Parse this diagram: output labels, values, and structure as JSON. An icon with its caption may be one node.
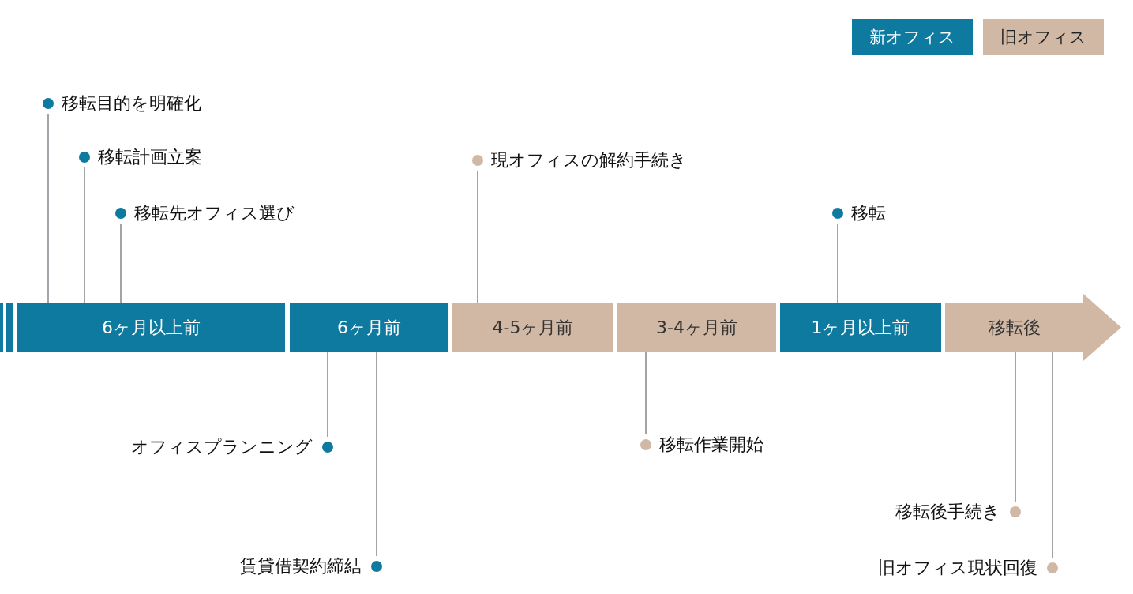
{
  "diagram": {
    "nodes": [
      {
        "text": [
          "6ヶ月以上前"
        ]
      },
      {
        "text": [
          "6ヶ月前"
        ]
      },
      {
        "text": [
          "4-5ヶ月前"
        ]
      },
      {
        "text": [
          "3-4ヶ月前"
        ]
      },
      {
        "text": [
          "1ヶ月以上前"
        ]
      },
      {
        "text": [
          "移転後"
        ]
      },
      {
        "text": [
          "移転目的を明確化"
        ]
      },
      {
        "text": [
          "移転計画立案"
        ]
      },
      {
        "text": [
          "移転先オフィス選び"
        ]
      },
      {
        "text": [
          "現オフィスの解約手続き"
        ]
      },
      {
        "text": [
          "移転"
        ]
      },
      {
        "text": [
          "オフィスプランニング"
        ]
      },
      {
        "text": [
          "賃貸借契約締結"
        ]
      },
      {
        "text": [
          "移転作業開始"
        ]
      },
      {
        "text": [
          "移転後手続き"
        ]
      },
      {
        "text": [
          "旧オフィス現状回復"
        ]
      }
    ],
    "edges": [
      {
        "from": 6,
        "to": 0,
        "arrow": "none"
      },
      {
        "from": 7,
        "to": 0,
        "arrow": "none"
      },
      {
        "from": 8,
        "to": 0,
        "arrow": "none"
      },
      {
        "from": 9,
        "to": 2,
        "arrow": "none"
      },
      {
        "from": 10,
        "to": 4,
        "arrow": "none"
      },
      {
        "from": 11,
        "to": 1,
        "arrow": "none"
      },
      {
        "from": 12,
        "to": 1,
        "arrow": "none"
      },
      {
        "from": 13,
        "to": 3,
        "arrow": "none"
      },
      {
        "from": 14,
        "to": 5,
        "arrow": "none"
      },
      {
        "from": 15,
        "to": 5,
        "arrow": "none"
      }
    ],
    "legend": [
      {
        "text": "新オフィス",
        "color": "#0e7aa0"
      },
      {
        "text": "旧オフィス",
        "color": "#d1b8a5"
      }
    ]
  }
}
